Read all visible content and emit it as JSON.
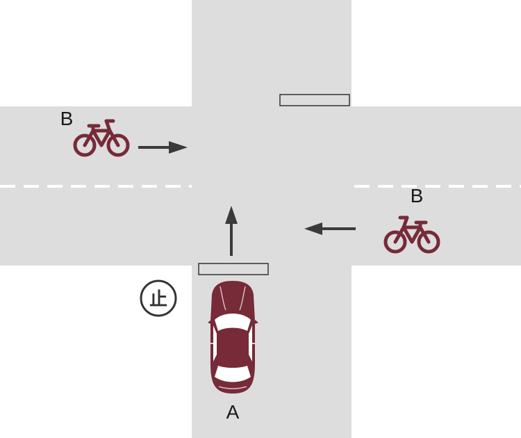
{
  "labels": {
    "car": "A",
    "bicycle_left": "B",
    "bicycle_right": "B",
    "stop_sign": "止"
  },
  "colors": {
    "road": "#dddddd",
    "vehicle": "#772a37",
    "arrow": "#3a3a3a",
    "lane_marking": "#ffffff",
    "stop_line_stroke": "#333333",
    "background": "#ffffff"
  },
  "icons": {
    "car": "car-icon",
    "bicycle": "bicycle-icon",
    "stop_sign": "stop-sign-icon"
  }
}
